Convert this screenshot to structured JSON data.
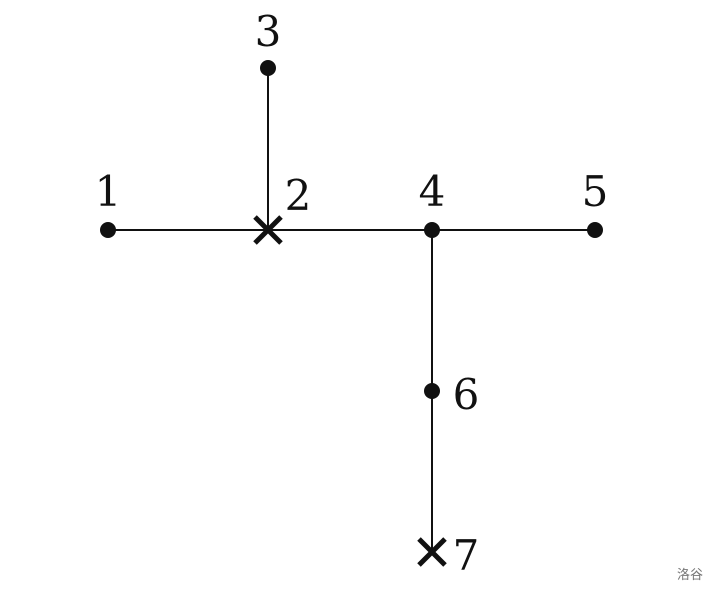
{
  "tree": {
    "nodes": [
      {
        "id": "1",
        "label": "1",
        "marker": "dot"
      },
      {
        "id": "2",
        "label": "2",
        "marker": "cross"
      },
      {
        "id": "3",
        "label": "3",
        "marker": "dot"
      },
      {
        "id": "4",
        "label": "4",
        "marker": "dot"
      },
      {
        "id": "5",
        "label": "5",
        "marker": "dot"
      },
      {
        "id": "6",
        "label": "6",
        "marker": "dot"
      },
      {
        "id": "7",
        "label": "7",
        "marker": "cross"
      }
    ],
    "edges": [
      [
        "1",
        "2"
      ],
      [
        "2",
        "3"
      ],
      [
        "2",
        "4"
      ],
      [
        "4",
        "5"
      ],
      [
        "4",
        "6"
      ],
      [
        "6",
        "7"
      ]
    ],
    "colors": {
      "ink": "#111111",
      "background": "#ffffff"
    }
  },
  "watermark": {
    "text": "洛谷"
  }
}
